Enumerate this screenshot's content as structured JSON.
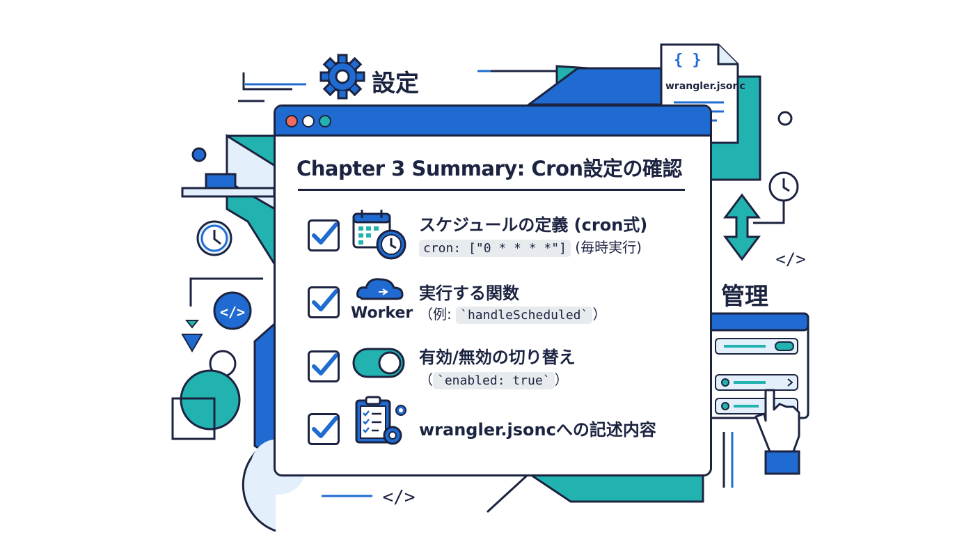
{
  "labels": {
    "settings": "設定",
    "manage": "管理",
    "config_file": "wrangler.jsonc",
    "file_brace": "{ }"
  },
  "window": {
    "title": "Chapter 3 Summary: Cron設定の確認"
  },
  "items": [
    {
      "title": "スケジュールの定義 (cron式)",
      "code": "cron: [\"0 * * * *\"]",
      "suffix": " (毎時実行)",
      "checked": true,
      "icon": "calendar-clock-icon"
    },
    {
      "title": "実行する関数",
      "prefix": "（例: ",
      "code": "`handleScheduled`",
      "suffix": "）",
      "icon_label": "Worker",
      "checked": true,
      "icon": "cloud-worker-icon"
    },
    {
      "title": "有効/無効の切り替え",
      "prefix": "（",
      "code": "`enabled: true`",
      "suffix": "）",
      "checked": true,
      "icon": "toggle-icon"
    },
    {
      "title": "wrangler.jsoncへの記述内容",
      "checked": true,
      "icon": "clipboard-gear-icon"
    }
  ],
  "colors": {
    "navy": "#1c2340",
    "blue": "#1f6bd1",
    "teal": "#22b3b0",
    "light_blue": "#e3f0fb",
    "code_bg": "#e8ebee"
  }
}
